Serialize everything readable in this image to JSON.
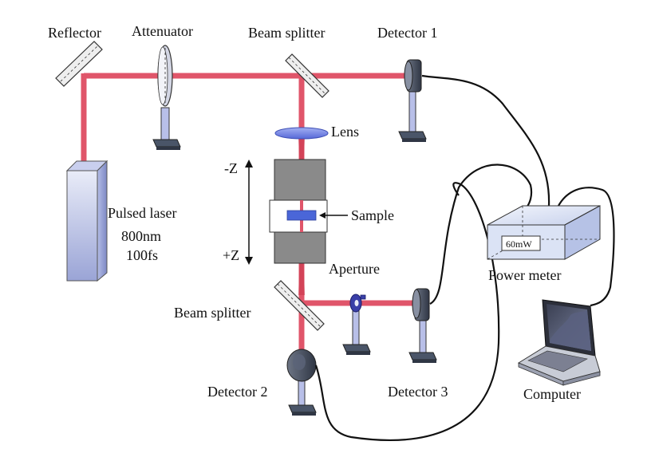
{
  "labels": {
    "reflector": "Reflector",
    "attenuator": "Attenuator",
    "beam_splitter_top": "Beam splitter",
    "detector_1": "Detector 1",
    "lens": "Lens",
    "minus_z": "-Z",
    "plus_z": "+Z",
    "sample": "Sample",
    "pulsed_laser": "Pulsed laser",
    "wavelength": "800nm",
    "pulse_width": "100fs",
    "aperture": "Aperture",
    "beam_splitter_bottom": "Beam splitter",
    "detector_2": "Detector 2",
    "detector_3": "Detector 3",
    "power_meter": "Power meter",
    "power_reading": "60mW",
    "computer": "Computer"
  },
  "colors": {
    "beam": "#e0556a",
    "laser_box": "#a9b3e0",
    "sample_holder": "#8a8a8a",
    "sample": "#4a66d8",
    "lens": "#6e7fe0",
    "detector": "#4a5568",
    "power_meter_box": "#dbe3f5"
  }
}
